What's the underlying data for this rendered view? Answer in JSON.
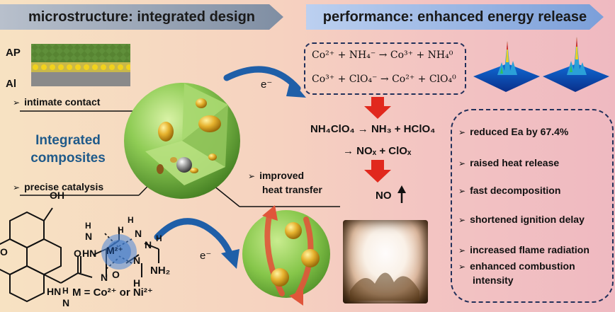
{
  "banners": {
    "left": "microstructure: integrated design",
    "right": "performance: enhanced energy release"
  },
  "layer_labels": {
    "ap": "AP",
    "al": "Al"
  },
  "labels": {
    "intimate_contact": "intimate contact",
    "integrated": "Integrated",
    "composites": "composites",
    "precise_catalysis": "precise catalysis",
    "improved": "improved",
    "heat_transfer": "heat transfer",
    "electron_top": "e⁻",
    "electron_bottom": "e⁻",
    "metal_def": "M = Co²⁺ or Ni²⁺",
    "metal_center": "M²⁺"
  },
  "reactions": {
    "r1": "Co²⁺ + NH₄⁻ → Co³⁺ + NH₄⁰",
    "r2": "Co³⁺ + ClO₄⁻ → Co²⁺ + ClO₄⁰",
    "decomp1": "NH₄ClO₄ → NH₃ + HClO₄",
    "decomp2": "→ NOₓ + ClOₓ",
    "product": "NO"
  },
  "performance": [
    "reduced Ea by 67.4%",
    "raised heat release",
    "fast decomposition",
    "shortened ignition delay",
    "increased flame radiation",
    "enhanced combustion",
    "intensity"
  ],
  "molecule_atoms": {
    "oh": "OH",
    "n1": "N",
    "n2": "N",
    "n3": "N",
    "n4": "N",
    "n5": "N",
    "n6": "N",
    "hn1": "HN",
    "hn2": "HN",
    "h1": "H",
    "h2": "H",
    "h3": "H",
    "h4": "H",
    "h5": "H",
    "h6": "H",
    "o1": "O",
    "o2": "O",
    "o3": "O",
    "nh2": "NH₂"
  },
  "colors": {
    "banner_left": "#7f8ea3",
    "banner_right": "#7b9fd9",
    "sphere": "#7cc24a",
    "accent_title": "#1f5a8a",
    "arrow_red": "#e1281d",
    "arrow_blue": "#1f5fa8"
  }
}
